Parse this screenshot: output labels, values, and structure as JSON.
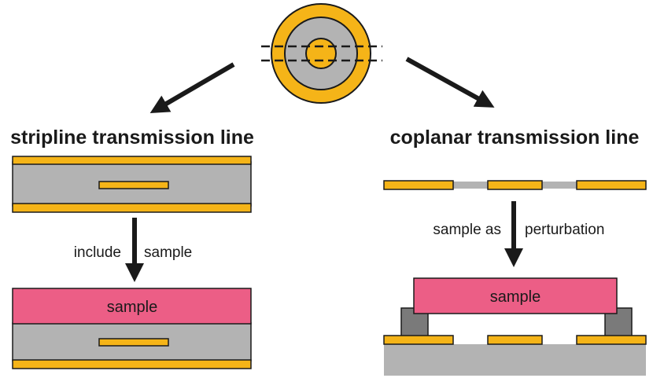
{
  "colors": {
    "conductor": "#f5b418",
    "dielectric": "#b3b3b3",
    "sample": "#ec5e86",
    "support": "#7a7a7a",
    "stroke": "#1a1a1a"
  },
  "left_panel": {
    "heading": "stripline transmission line",
    "step_label_left": "include",
    "step_label_right": "sample",
    "sample_label": "sample"
  },
  "right_panel": {
    "heading": "coplanar transmission line",
    "step_label_left": "sample as",
    "step_label_right": "perturbation",
    "sample_label": "sample"
  }
}
